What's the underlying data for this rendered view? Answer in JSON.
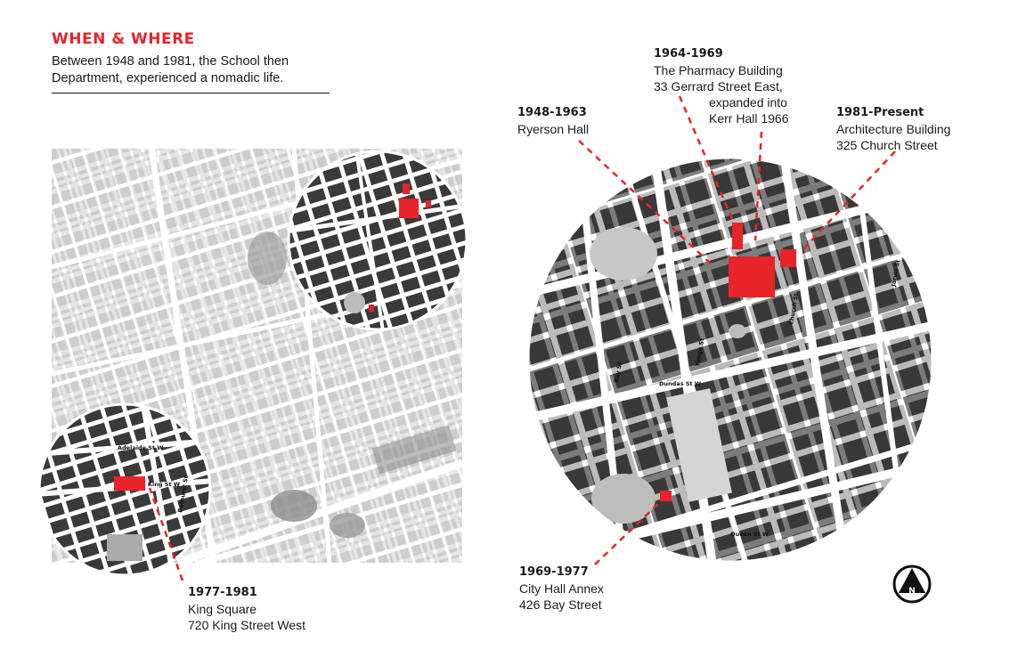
{
  "header": {
    "title": "WHEN & WHERE",
    "subtitle": "Between 1948 and 1981, the School then Department, experienced a nomadic life."
  },
  "colors": {
    "accent": "#e8232a",
    "block": "#3a3a3a",
    "block_light": "#bfbfbf",
    "road": "#ffffff"
  },
  "locations": [
    {
      "years": "1948-1963",
      "lines": [
        "Ryerson Hall"
      ]
    },
    {
      "years": "1964-1969",
      "lines": [
        "The Pharmacy Building",
        "33 Gerrard Street East,",
        "expanded into",
        "Kerr Hall 1966"
      ]
    },
    {
      "years": "1981-Present",
      "lines": [
        "Architecture Building",
        "325 Church Street"
      ]
    },
    {
      "years": "1969-1977",
      "lines": [
        "City Hall Annex",
        "426 Bay Street"
      ]
    },
    {
      "years": "1977-1981",
      "lines": [
        "King Square",
        "720 King Street West"
      ]
    }
  ],
  "small_map_streets": [
    "Adelaide St W",
    "King St W",
    "Bathurst St"
  ],
  "large_map_streets": [
    "Jarvis St",
    "Church St",
    "Yonge St",
    "Bay St",
    "Dundas St W",
    "Queen St W"
  ],
  "north_arrow": {
    "label": "N",
    "icon": "north-arrow-icon"
  }
}
